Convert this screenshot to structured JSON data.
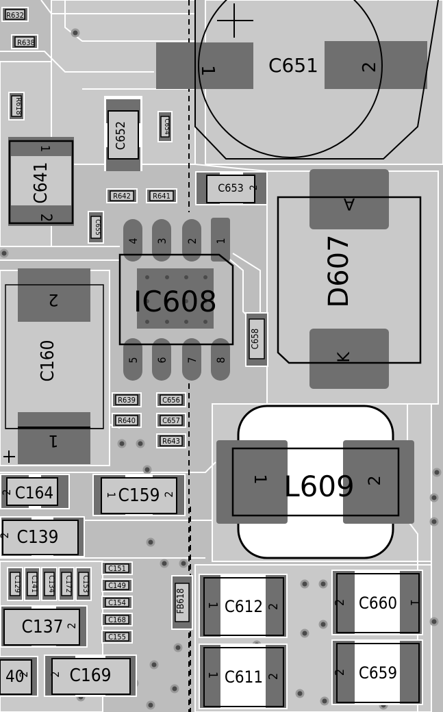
{
  "components": {
    "r632": "R632",
    "r638": "R638",
    "r618": "R618",
    "c651": "C651",
    "c652": "C652",
    "c654": "C654",
    "c641": "C641",
    "c653": "C653",
    "r642": "R642",
    "r641": "R641",
    "c655": "C655",
    "ic608": "IC608",
    "d607": "D607",
    "c658": "C658",
    "c160": "C160",
    "r639": "R639",
    "r640": "R640",
    "c656": "C656",
    "c657": "C657",
    "r643": "R643",
    "l609": "L609",
    "c164": "C164",
    "c159": "C159",
    "c139": "C139",
    "c129": "C129",
    "c141": "C141",
    "c134": "C134",
    "c172": "C172",
    "c153": "C153",
    "c151": "C151",
    "c149": "C149",
    "c154": "C154",
    "c168": "C168",
    "c155": "C155",
    "c137": "C137",
    "fb618": "FB618",
    "c612": "C612",
    "c611": "C611",
    "c660": "C660",
    "c659": "C659",
    "c140": "40",
    "c169": "C169"
  },
  "pins": {
    "p1": "1",
    "p2": "2",
    "p3": "3",
    "p4": "4",
    "p5": "5",
    "p6": "6",
    "p7": "7",
    "p8": "8",
    "anode": "A",
    "cathode": "K"
  },
  "colors": {
    "board": "#bdbdbd",
    "copper": "#c9c9c9",
    "pad": "#6f6f6f",
    "pad_dark": "#5e5e5e",
    "outline": "#000000",
    "trace_clearance": "#ffffff",
    "via": "#4a4a4a"
  }
}
